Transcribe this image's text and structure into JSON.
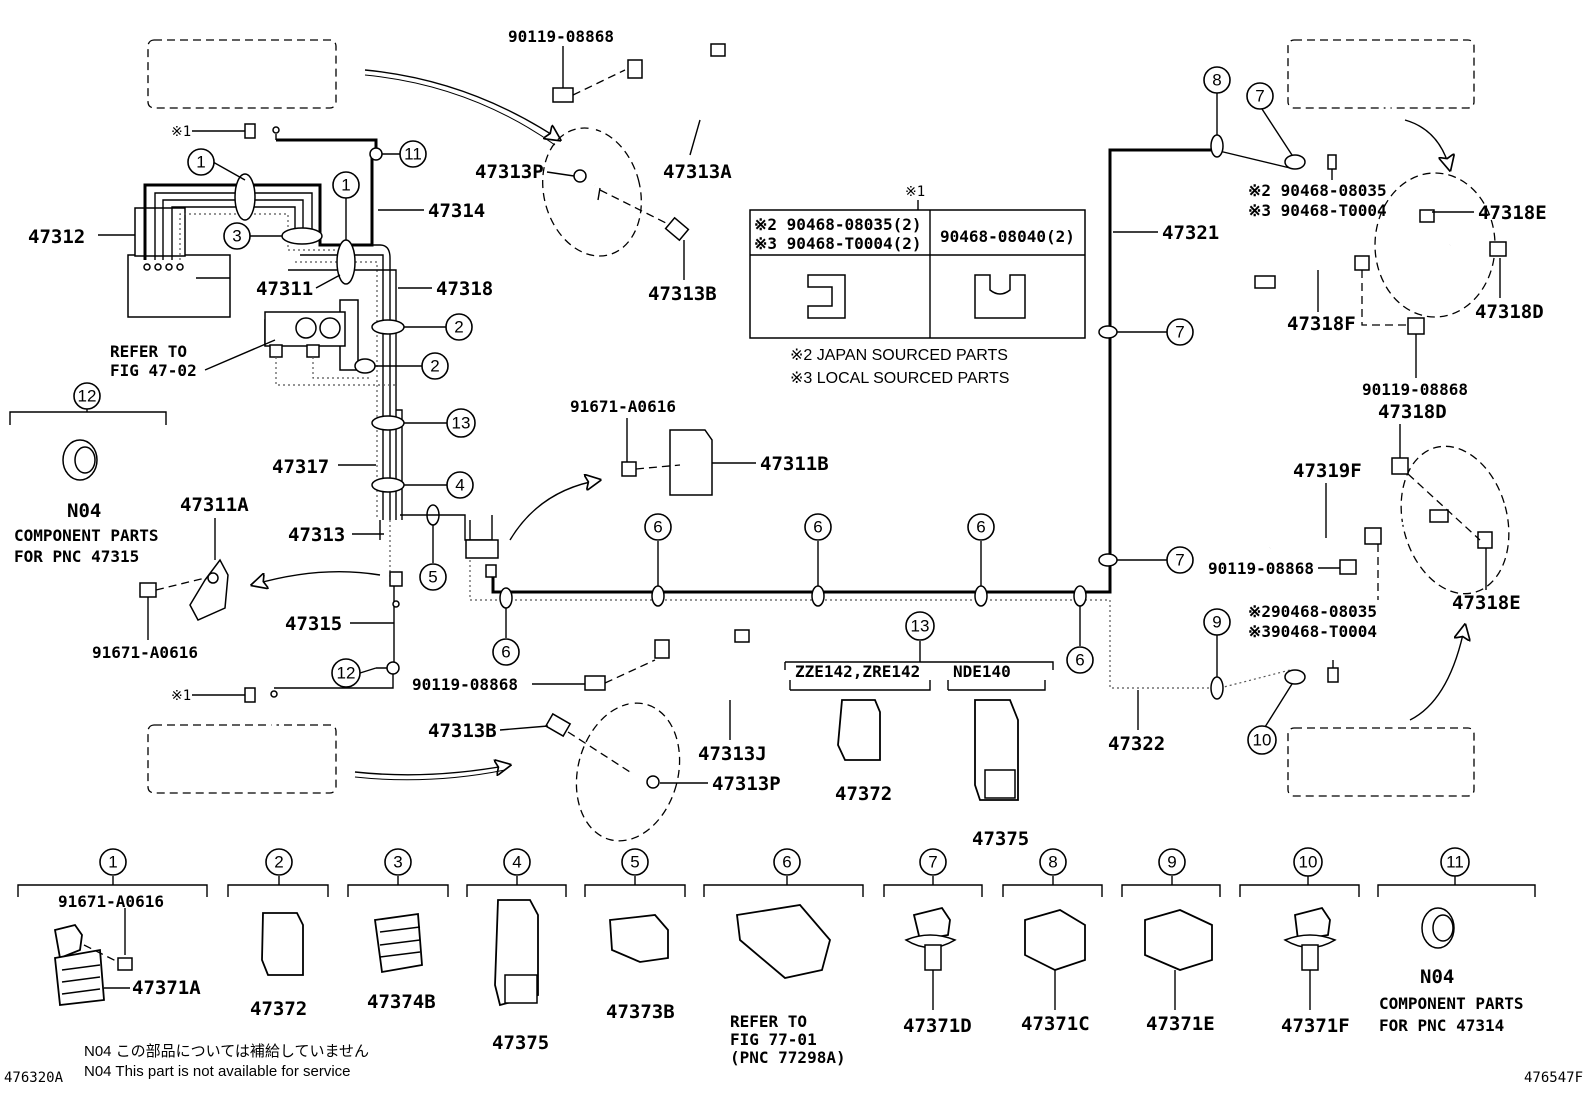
{
  "diagram": {
    "parts": {
      "p90119_top": "90119-08868",
      "p47313P_top": "47313P",
      "p47313A": "47313A",
      "p47313B_top": "47313B",
      "p47312": "47312",
      "p47314": "47314",
      "p47311": "47311",
      "p47318": "47318",
      "refer_1": "REFER TO",
      "refer_2": "FIG 47-02",
      "p47317": "47317",
      "p47313": "47313",
      "p47311A": "47311A",
      "p47315": "47315",
      "p91671_left": "91671-A0616",
      "n04_left": "N04",
      "comp_left_1": "COMPONENT PARTS",
      "comp_left_2": "FOR PNC 47315",
      "p91671_mid": "91671-A0616",
      "p47311B": "47311B",
      "p90119_bot": "90119-08868",
      "p47313B_bot": "47313B",
      "p47313J": "47313J",
      "p47313P_bot": "47313P",
      "zze": "ZZE142,ZRE142",
      "nde": "NDE140",
      "p47372_mid": "47372",
      "p47375_mid": "47375",
      "p47321": "47321",
      "p47322": "47322",
      "r_2_0035": "※2 90468-08035",
      "r_3_0004": "※3 90468-T0004",
      "p47318E_top": "47318E",
      "p47318F": "47318F",
      "p47318D_r": "47318D",
      "p90119_r1": "90119-08868",
      "p47318D_mid": "47318D",
      "p47319F": "47319F",
      "p90119_r2": "90119-08868",
      "p47318E_bot": "47318E",
      "r2b_0035": "※290468-08035",
      "r3b_0004": "※390468-T0004",
      "mark1": "※1"
    },
    "clip_table": {
      "header_mark": "※1",
      "left_line1": "※2 90468-08035(2)",
      "left_line2": "※3 90468-T0004(2)",
      "right": "90468-08040(2)",
      "note2": "※2 JAPAN SOURCED PARTS",
      "note3": "※3 LOCAL SOURCED PARTS"
    },
    "legend": [
      {
        "n": "1",
        "pn": "91671-A0616",
        "pn2": "47371A"
      },
      {
        "n": "2",
        "pn": "47372"
      },
      {
        "n": "3",
        "pn": "47374B"
      },
      {
        "n": "4",
        "pn": "47375"
      },
      {
        "n": "5",
        "pn": "47373B"
      },
      {
        "n": "6",
        "pn": "REFER TO",
        "pn2": "FIG 77-01",
        "pn3": "(PNC 77298A)"
      },
      {
        "n": "7",
        "pn": "47371D"
      },
      {
        "n": "8",
        "pn": "47371C"
      },
      {
        "n": "9",
        "pn": "47371E"
      },
      {
        "n": "10",
        "pn": "47371F"
      },
      {
        "n": "11",
        "pn": "N04",
        "pn2": "COMPONENT PARTS",
        "pn3": "FOR PNC 47314"
      }
    ],
    "footnote_jp": "N04 この部品については補給していません",
    "footnote_en": "N04 This part is not available for service",
    "code_left": "476320A",
    "code_right": "476547F",
    "circle_labels": {
      "c1a": "1",
      "c1b": "1",
      "c3": "3",
      "c11": "11",
      "c2a": "2",
      "c2b": "2",
      "c13": "13",
      "c4": "4",
      "c5": "5",
      "c6a": "6",
      "c6b": "6",
      "c6c": "6",
      "c6d": "6",
      "c6e": "6",
      "c12": "12",
      "c12t": "12",
      "c13t": "13",
      "c7a": "7",
      "c7b": "7",
      "c8": "8",
      "c7top": "7",
      "c9": "9",
      "c10": "10"
    }
  }
}
